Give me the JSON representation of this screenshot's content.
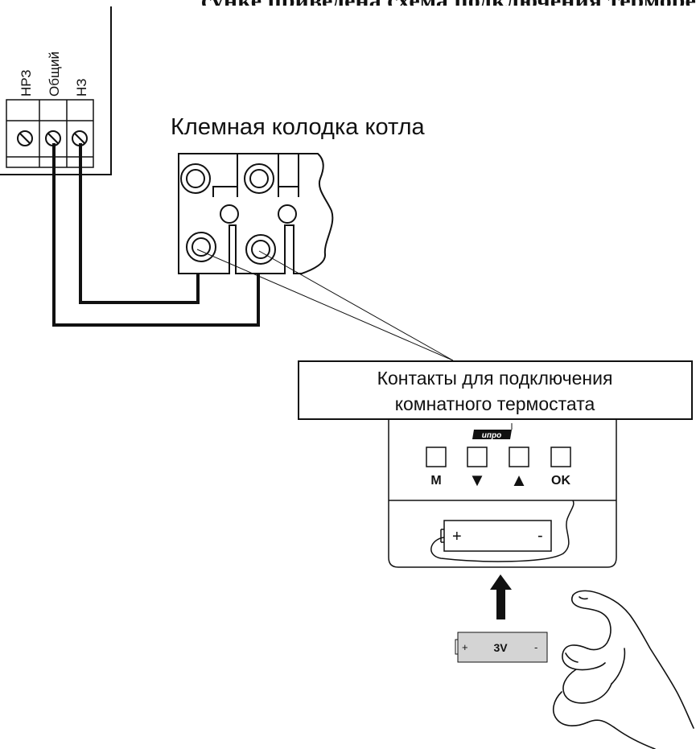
{
  "top_caption_fragment": "сунке приведена схема подключения терморегулятора к котлу с примером установки батарейки",
  "relay_terminals": [
    "НРЗ",
    "Общий",
    "НЗ"
  ],
  "boiler_block_title": "Клемная колодка котла",
  "callout": {
    "line1": "Контакты для подключения",
    "line2": "комнатного термостата"
  },
  "thermostat": {
    "brand": "ипро",
    "buttons": [
      {
        "label": "M",
        "icon": "menu"
      },
      {
        "label": "▼",
        "icon": "arrow-down-icon"
      },
      {
        "label": "▲",
        "icon": "arrow-up-icon"
      },
      {
        "label": "OK",
        "icon": "ok"
      }
    ],
    "battery_plus": "+",
    "battery_minus": "-"
  },
  "battery": {
    "plus": "+",
    "voltage": "3V",
    "minus": "-"
  },
  "colors": {
    "line": "#111111",
    "battery_fill": "#d4d4d4",
    "background": "#ffffff"
  }
}
